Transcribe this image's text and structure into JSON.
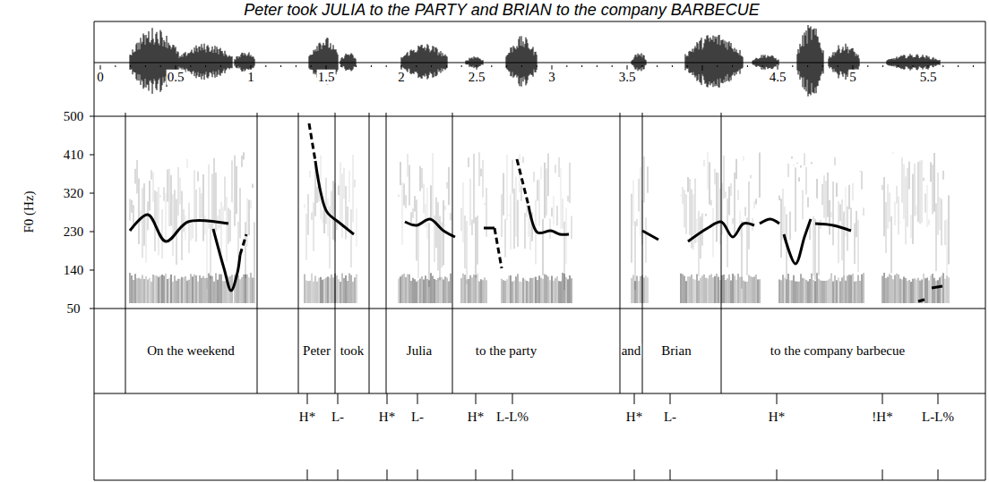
{
  "diagram": {
    "title": "Peter took JULIA to the PARTY and BRIAN to the company BARBECUE",
    "labels": [
      "0",
      "0.5",
      "1",
      "1.5",
      "2",
      "2.5",
      "3",
      "3.5",
      "4.5",
      "5",
      "5.5",
      "500",
      "410",
      "320",
      "230",
      "140",
      "50",
      "F0 (Hz)",
      "On the weekend",
      "Peter",
      "took",
      "Julia",
      "to the party",
      "and",
      "Brian",
      "to the company barbecue",
      "H*",
      "L-",
      "H*",
      "L-",
      "H*",
      "L-L%",
      "H*",
      "L-",
      "H*",
      "!H*",
      "L-L%"
    ]
  }
}
